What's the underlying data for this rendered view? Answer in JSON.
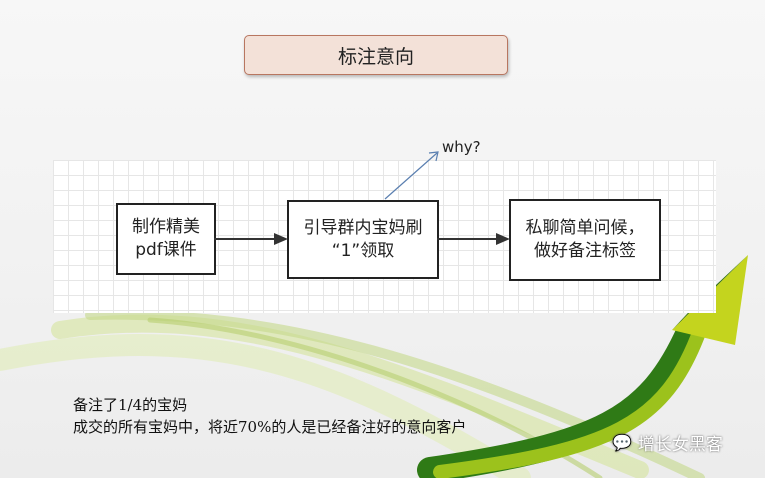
{
  "title": "标注意向",
  "flow": {
    "steps": [
      "制作精美\npdf课件",
      "引导群内宝妈刷\n“1”领取",
      "私聊简单问候，\n做好备注标签"
    ],
    "annotation": "why?"
  },
  "notes": [
    "备注了1/4的宝妈",
    "成交的所有宝妈中，将近70%的人是已经备注好的意向客户"
  ],
  "watermark": {
    "icon": "wechat-icon",
    "text": "增长女黑客"
  },
  "colors": {
    "arrow_green": "#4a8a1c",
    "arrow_lime": "#c8d51c",
    "title_fill": "#f3e1d8"
  }
}
